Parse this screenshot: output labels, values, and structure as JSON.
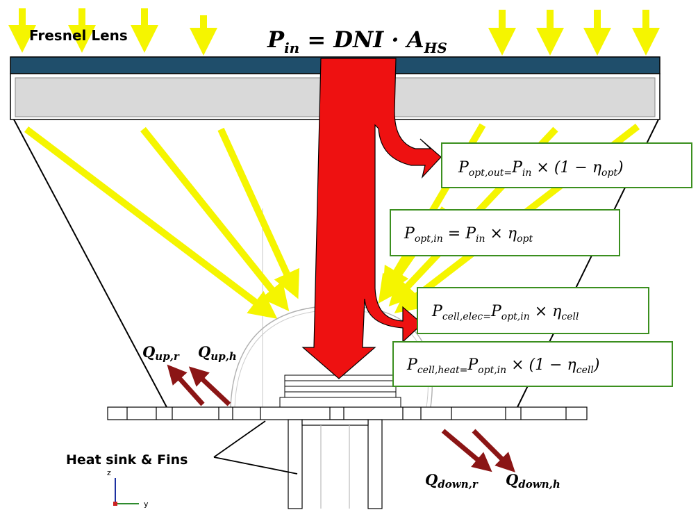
{
  "labels": {
    "fresnel_lens": "Fresnel Lens",
    "heat_sink": "Heat sink & Fins",
    "axis_z": "z",
    "axis_y": "y"
  },
  "equations": {
    "p_in": {
      "main": "P",
      "sub": "in",
      "rest": " = DNI · A",
      "sub2": "HS"
    },
    "p_opt_out": {
      "main": "P",
      "sub": "opt,out=",
      "rest": "P",
      "sub2": "in",
      "tail": " × (1 − η",
      "sub3": "opt",
      "end": ")"
    },
    "p_opt_in": {
      "main": "P",
      "sub": "opt,in",
      "rest": " = P",
      "sub2": "in",
      "tail": " × η",
      "sub3": "opt"
    },
    "p_cell_elec": {
      "main": "P",
      "sub": "cell,elec=",
      "rest": "P",
      "sub2": "opt,in",
      "tail": " × η",
      "sub3": "cell"
    },
    "p_cell_heat": {
      "main": "P",
      "sub": "cell,heat=",
      "rest": "P",
      "sub2": "opt,in",
      "tail": " × (1 − η",
      "sub3": "cell",
      "end": ")"
    }
  },
  "heat_flows": {
    "q_up_r": {
      "main": "Q",
      "sub": "up,r"
    },
    "q_up_h": {
      "main": "Q",
      "sub": "up,h"
    },
    "q_down_r": {
      "main": "Q",
      "sub": "down,r"
    },
    "q_down_h": {
      "main": "Q",
      "sub": "down,h"
    }
  },
  "colors": {
    "sunlight": "#f5f500",
    "power_arrow": "#ee1111",
    "heat_arrow": "#8b1515",
    "lens_top": "#1f4e6b",
    "lens_body": "#d9d9d9",
    "box_border": "#3b8f1f"
  }
}
